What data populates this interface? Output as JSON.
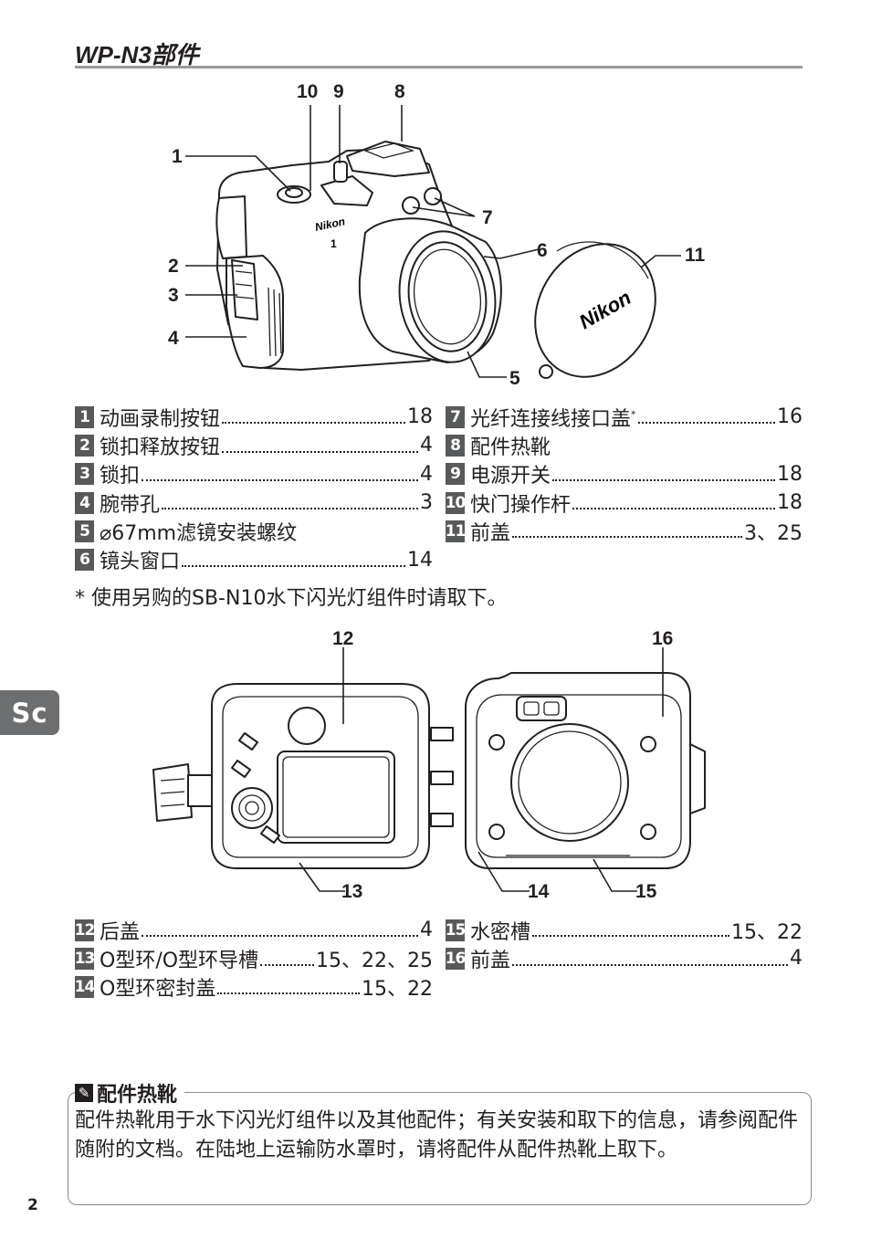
{
  "page": {
    "title": "WP-N3部件",
    "side_tab": "Sc",
    "page_number": "2",
    "footnote": "* 使用另购的SB-N10水下闪光灯组件时请取下。"
  },
  "figure1": {
    "labels": [
      "1",
      "2",
      "3",
      "4",
      "5",
      "6",
      "7",
      "8",
      "9",
      "10",
      "11"
    ],
    "camera_brand": "Nikon",
    "camera_model": "1",
    "cap_brand": "Nikon"
  },
  "figure2": {
    "labels": [
      "12",
      "13",
      "14",
      "15",
      "16"
    ]
  },
  "legend1": {
    "left": [
      {
        "n": "1",
        "text": "动画录制按钮",
        "page": "18"
      },
      {
        "n": "2",
        "text": "锁扣释放按钮",
        "page": "4"
      },
      {
        "n": "3",
        "text": "锁扣",
        "page": "4"
      },
      {
        "n": "4",
        "text": "腕带孔",
        "page": "3"
      },
      {
        "n": "5",
        "text": "⌀67mm滤镜安装螺纹",
        "page": ""
      },
      {
        "n": "6",
        "text": "镜头窗口",
        "page": "14"
      }
    ],
    "right": [
      {
        "n": "7",
        "text": "光纤连接线接口盖",
        "sup": "*",
        "page": "16"
      },
      {
        "n": "8",
        "text": "配件热靴",
        "page": ""
      },
      {
        "n": "9",
        "text": "电源开关",
        "page": "18"
      },
      {
        "n": "10",
        "text": "快门操作杆",
        "page": "18"
      },
      {
        "n": "11",
        "text": "前盖",
        "page": "3、25"
      }
    ]
  },
  "legend2": {
    "left": [
      {
        "n": "12",
        "text": "后盖",
        "page": "4"
      },
      {
        "n": "13",
        "text": "O型环/O型环导槽",
        "page": "15、22、25"
      },
      {
        "n": "14",
        "text": "O型环密封盖",
        "page": "15、22"
      }
    ],
    "right": [
      {
        "n": "15",
        "text": "水密槽",
        "page": "15、22"
      },
      {
        "n": "16",
        "text": "前盖",
        "page": "4"
      }
    ]
  },
  "note": {
    "icon": "pencil-icon",
    "title": "配件热靴",
    "body": "配件热靴用于水下闪光灯组件以及其他配件；有关安装和取下的信息，请参阅配件随附的文档。在陆地上运输防水罩时，请将配件从配件热靴上取下。"
  }
}
